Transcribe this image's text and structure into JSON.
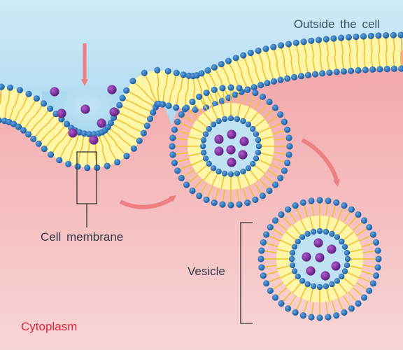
{
  "labels": {
    "outside": "Outside the cell",
    "membrane": "Cell membrane",
    "vesicle": "Vesicle",
    "cytoplasm": "Cytoplasm"
  },
  "colors": {
    "outside_fill": "#bfe3f2",
    "cytoplasm_fill": "#f2a6a8",
    "membrane_core": "#fff6a8",
    "lipid_tail": "#f1c230",
    "lipid_head": "#1f6fc0",
    "molecule": "#7b2c9c",
    "arrow": "#ee7f82",
    "cytoplasm_text": "#d8293a",
    "callout": "#333333"
  }
}
